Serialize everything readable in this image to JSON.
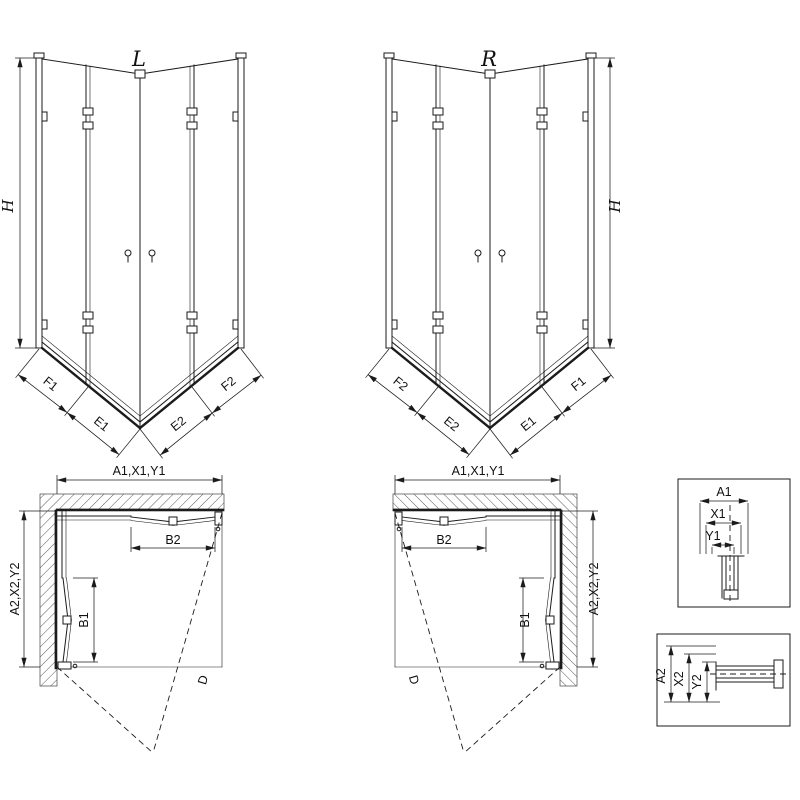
{
  "drawing": {
    "background": "#ffffff",
    "line_color": "#1b1b1b"
  },
  "persp_left": {
    "title": "L",
    "height": "H",
    "seg_outer_left": "F1",
    "seg_inner_left": "E1",
    "seg_inner_right": "E2",
    "seg_outer_right": "F2"
  },
  "persp_right": {
    "title": "R",
    "height": "H",
    "seg_outer_left": "F2",
    "seg_inner_left": "E2",
    "seg_inner_right": "E1",
    "seg_outer_right": "F1"
  },
  "plan_left": {
    "width_dim": "A1,X1,Y1",
    "depth_dim": "A2,X2,Y2",
    "door_width": "B2",
    "door_depth": "B1",
    "diagonal": "D"
  },
  "plan_right": {
    "width_dim": "A1,X1,Y1",
    "depth_dim": "A2,X2,Y2",
    "door_width": "B2",
    "door_depth": "B1",
    "diagonal": "D"
  },
  "profile_detail_top": {
    "dim1": "A1",
    "dim2": "X1",
    "dim3": "Y1"
  },
  "profile_detail_bottom": {
    "dim1": "A2",
    "dim2": "X2",
    "dim3": "Y2"
  }
}
